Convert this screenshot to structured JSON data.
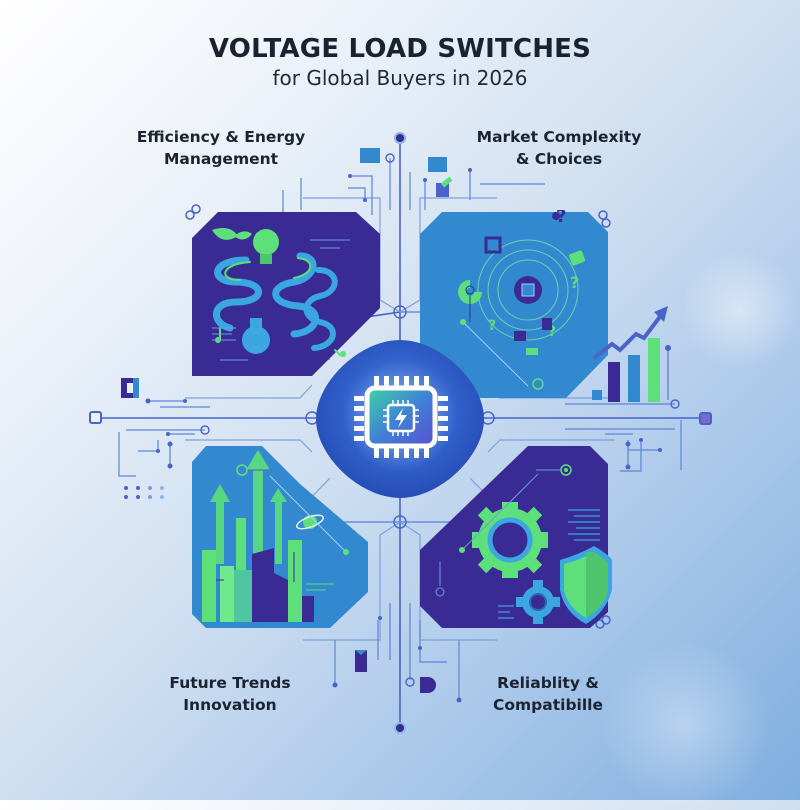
{
  "header": {
    "title": "VOLTAGE LOAD SWITCHES",
    "subtitle": "for Global Buyers in 2026"
  },
  "quadrants": [
    {
      "id": "efficiency",
      "label_line1": "Efficiency & Energy",
      "label_line2": "Management",
      "panel_color": "#3a2a94",
      "icons": [
        "leaf-icon",
        "lightbulb-icon",
        "circuit-trace-icon",
        "lightbulb-icon"
      ]
    },
    {
      "id": "market",
      "label_line1": "Market Complexity",
      "label_line2": "& Choices",
      "panel_color": "#3389d0",
      "icons": [
        "chip-icon",
        "question-mark-icon",
        "rising-bar-chart-icon",
        "trend-arrow-icon"
      ]
    },
    {
      "id": "future",
      "label_line1": "Future Trends",
      "label_line2": "Innovation",
      "panel_color": "#3389d0",
      "icons": [
        "up-arrow-icon",
        "city-skyline-icon",
        "planet-icon"
      ]
    },
    {
      "id": "reliability",
      "label_line1": "Reliablity &",
      "label_line2": "Compatibille",
      "panel_color": "#3a2a94",
      "icons": [
        "gear-icon",
        "small-gear-icon",
        "shield-icon"
      ]
    }
  ],
  "center": {
    "icon": "microchip-lightning-icon",
    "symbol": "⚡"
  },
  "colors": {
    "accent_green": "#5de07a",
    "deep_purple": "#3a2a94",
    "mid_blue": "#3389d0",
    "trace_blue": "#4a63c9",
    "title_text": "#1a2230"
  },
  "bar_chart": {
    "values": [
      60,
      75,
      100
    ],
    "colors": [
      "#3a2a94",
      "#3389d0",
      "#5de07a"
    ]
  }
}
